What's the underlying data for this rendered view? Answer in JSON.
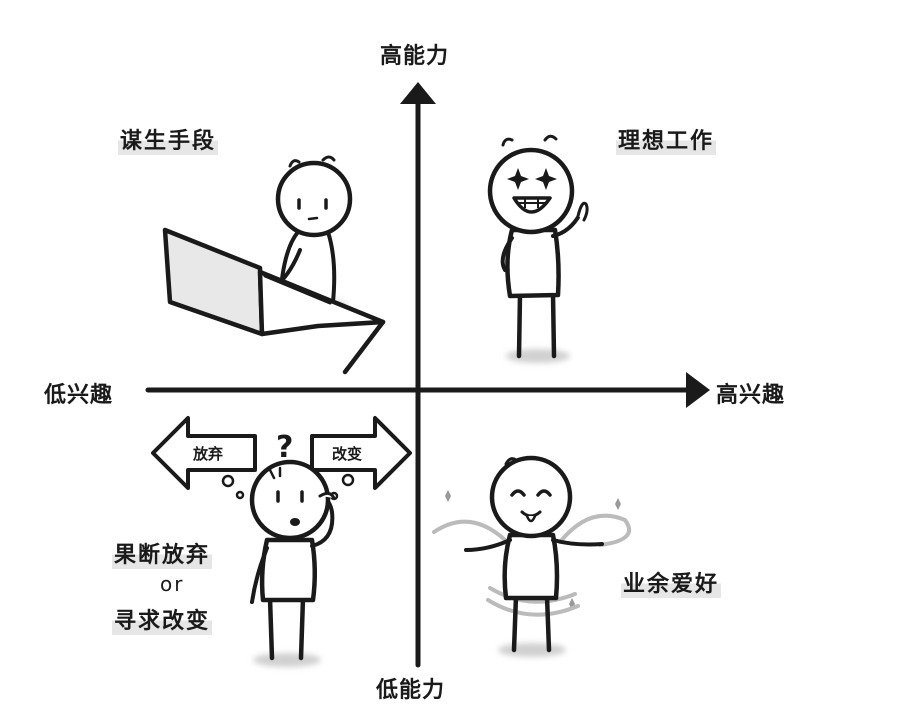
{
  "axes": {
    "top": "高能力",
    "bottom": "低能力",
    "left": "低兴趣",
    "right": "高兴趣"
  },
  "quadrants": {
    "top_left": "谋生手段",
    "top_right": "理想工作",
    "bottom_right": "业余爱好",
    "bottom_left": {
      "line1": "果断放弃",
      "or": "or",
      "line2": "寻求改变"
    }
  },
  "arrows": {
    "left": "放弃",
    "right": "改变"
  },
  "question_mark": "?"
}
